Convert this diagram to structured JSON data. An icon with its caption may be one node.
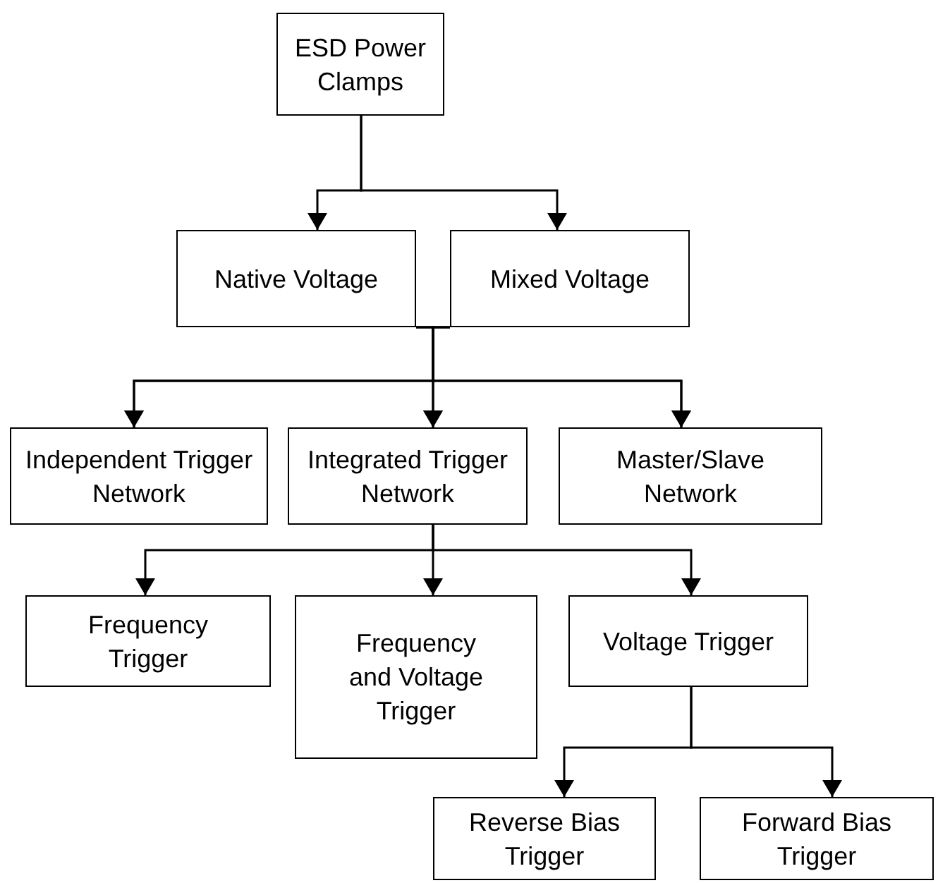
{
  "diagram": {
    "nodes": [
      {
        "text": [
          "ESD Power Clamps"
        ]
      },
      {
        "text": [
          "Native Voltage"
        ]
      },
      {
        "text": [
          "Mixed Voltage"
        ]
      },
      {
        "text": [
          "Independent Trigger Network"
        ]
      },
      {
        "text": [
          "Integrated Trigger Network"
        ]
      },
      {
        "text": [
          "Master/Slave Network"
        ]
      },
      {
        "text": [
          "Frequency Trigger"
        ]
      },
      {
        "text": [
          "Frequency and Voltage Trigger"
        ]
      },
      {
        "text": [
          "Voltage Trigger"
        ]
      },
      {
        "text": [
          "Reverse Bias Trigger"
        ]
      },
      {
        "text": [
          "Forward Bias Trigger"
        ]
      }
    ],
    "edges": [
      {
        "from": 0,
        "to": 1,
        "arrow": "to"
      },
      {
        "from": 0,
        "to": 2,
        "arrow": "to"
      },
      {
        "from": 1,
        "to": 3,
        "arrow": "to"
      },
      {
        "from": 1,
        "to": 4,
        "arrow": "to"
      },
      {
        "from": 1,
        "to": 5,
        "arrow": "to"
      },
      {
        "from": 2,
        "to": 3,
        "arrow": "to"
      },
      {
        "from": 2,
        "to": 4,
        "arrow": "to"
      },
      {
        "from": 2,
        "to": 5,
        "arrow": "to"
      },
      {
        "from": 4,
        "to": 6,
        "arrow": "to"
      },
      {
        "from": 4,
        "to": 7,
        "arrow": "to"
      },
      {
        "from": 4,
        "to": 8,
        "arrow": "to"
      },
      {
        "from": 8,
        "to": 9,
        "arrow": "to"
      },
      {
        "from": 8,
        "to": 10,
        "arrow": "to"
      }
    ]
  }
}
